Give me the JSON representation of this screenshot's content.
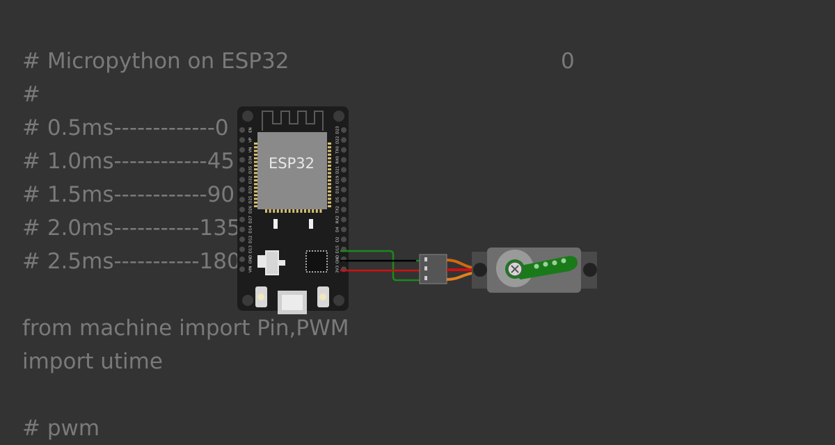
{
  "code_lines": [
    "# Micropython on ESP32",
    "#",
    "# 0.5ms-------------0",
    "# 1.0ms------------45",
    "# 1.5ms------------90",
    "# 2.0ms-----------135",
    "# 2.5ms-----------180",
    "",
    "from machine import Pin,PWM",
    "import utime",
    "",
    "# pwm"
  ],
  "angle_readout": "0",
  "esp32": {
    "chip_label": "ESP32",
    "left_pins": [
      "EN",
      "VP",
      "VN",
      "D34",
      "D35",
      "D32",
      "D33",
      "D25",
      "D26",
      "D27",
      "D14",
      "D12",
      "D13",
      "GND",
      "VIN"
    ],
    "right_pins": [
      "D23",
      "D22",
      "TX0",
      "RX0",
      "D21",
      "D19",
      "D18",
      "D5",
      "TX2",
      "RX2",
      "D4",
      "D2",
      "D15",
      "GND",
      "3V3"
    ]
  },
  "colors": {
    "background": "#333333",
    "code_text": "#7a7a7a",
    "board": "#1c1c1c",
    "wire_signal": "#1a8a1a",
    "wire_ground": "#000000",
    "wire_power": "#d01010",
    "servo_horn": "#1a7a1a",
    "servo_body": "#6e6e6e"
  }
}
